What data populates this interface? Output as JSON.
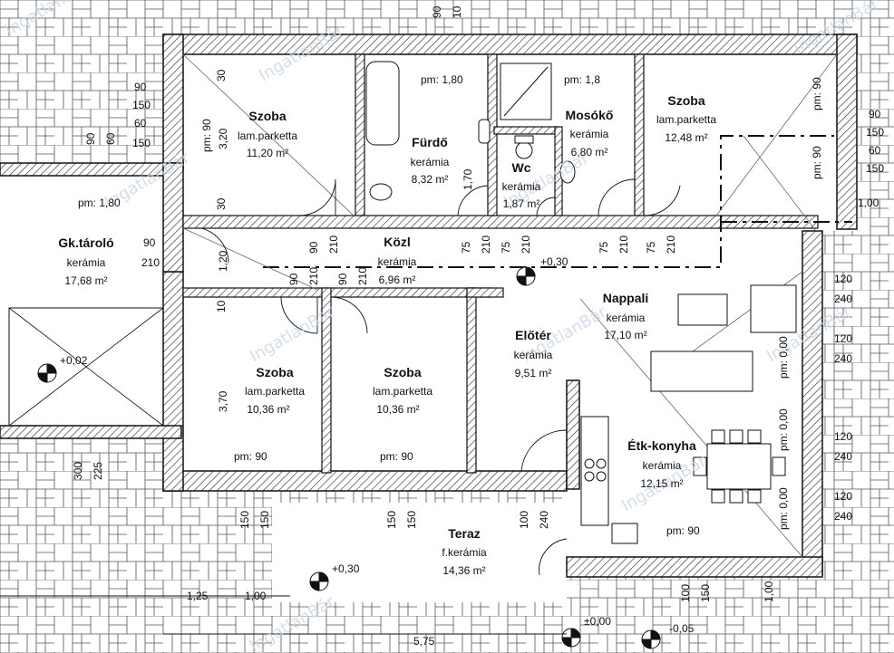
{
  "watermark": "IngatlanBár",
  "rooms": [
    {
      "id": "szoba1",
      "name": "Szoba",
      "floor": "lam.parketta",
      "area": "11,20 m²"
    },
    {
      "id": "furdo",
      "name": "Fürdő",
      "floor": "kerámia",
      "area": "8,32 m²"
    },
    {
      "id": "wc",
      "name": "Wc",
      "floor": "kerámia",
      "area": "1,87 m²"
    },
    {
      "id": "mosoko",
      "name": "Mosókő",
      "floor": "kerámia",
      "area": "6,80 m²"
    },
    {
      "id": "szoba2",
      "name": "Szoba",
      "floor": "lam.parketta",
      "area": "12,48 m²"
    },
    {
      "id": "gktarolo",
      "name": "Gk.tároló",
      "floor": "kerámia",
      "area": "17,68 m²"
    },
    {
      "id": "kozl",
      "name": "Közl",
      "floor": "kerámia",
      "area": "6,96 m²"
    },
    {
      "id": "nappali",
      "name": "Nappali",
      "floor": "kerámia",
      "area": "17,10 m²"
    },
    {
      "id": "szoba3",
      "name": "Szoba",
      "floor": "lam.parketta",
      "area": "10,36 m²"
    },
    {
      "id": "szoba4",
      "name": "Szoba",
      "floor": "lam.parketta",
      "area": "10,36 m²"
    },
    {
      "id": "eloter",
      "name": "Előtér",
      "floor": "kerámia",
      "area": "9,51 m²"
    },
    {
      "id": "etkkonyha",
      "name": "Étk-konyha",
      "floor": "kerámia",
      "area": "12,15 m²"
    },
    {
      "id": "terasz",
      "name": "Teraz",
      "floor": "f.kerámia",
      "area": "14,36 m²"
    }
  ],
  "parapets": {
    "pm180_furdo": "pm: 1,80",
    "pm18_mosoko": "pm: 1,8",
    "pm180_garage": "pm: 1,80",
    "pm90_sz3": "pm: 90",
    "pm90_sz4": "pm: 90",
    "pm90_konyha": "pm: 90",
    "pm90_a": "pm: 90",
    "pm90_b": "pm: 90",
    "pm90_c": "pm: 90",
    "pm000_a": "pm: 0,00",
    "pm000_b": "pm: 0,00",
    "pm000_c": "pm: 0,00"
  },
  "levels": {
    "kozl": "+0,30",
    "garage": "+0,02",
    "terasz": "+0,30",
    "entrance": "±0,00",
    "outside": "-0,05"
  },
  "dims": {
    "d90": "90",
    "d150": "150",
    "d60": "60",
    "d120": "120",
    "d240": "240",
    "d210": "210",
    "d75": "75",
    "d30": "30",
    "d10": "10",
    "d100": "100",
    "d170": "1,70",
    "d320": "3,20",
    "d370": "3,70",
    "d120m": "1,20",
    "d100m": "1,00",
    "d125m": "1,25",
    "d575m": "5,75",
    "d300": "300",
    "d225": "225"
  }
}
